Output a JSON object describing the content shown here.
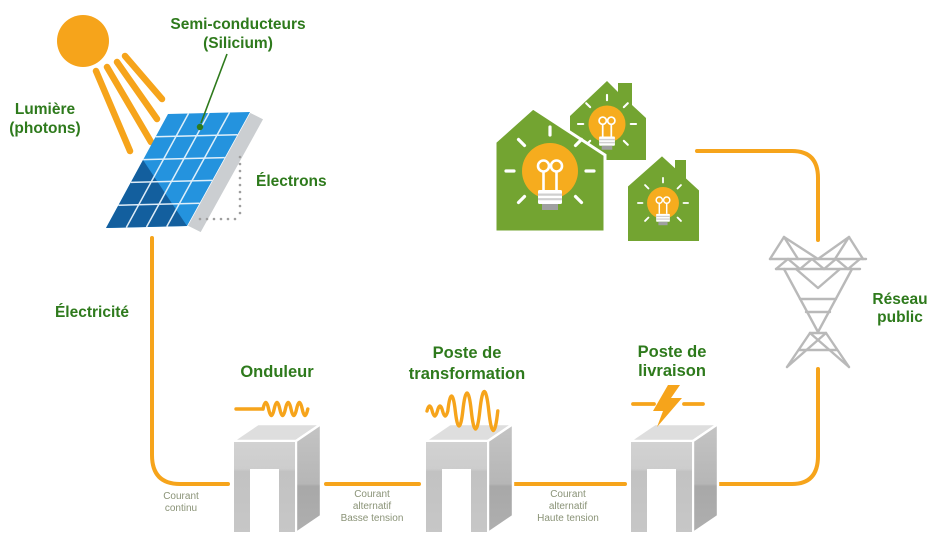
{
  "diagram_name": "Photovoltaic electricity production flow",
  "colors": {
    "accent_orange": "#F6A41B",
    "text_green": "#2E7A1C",
    "caption_gray_green": "#8A9377",
    "house_green": "#73A431",
    "panel_blue_light": "#2493DE",
    "panel_blue_dark": "#135F9E",
    "structure_gray": "#C8C8C8",
    "pylon_gray": "#B9B9B9"
  },
  "solar": {
    "semiconductors_label": [
      "Semi-conducteurs",
      "(Silicium)"
    ],
    "light_label": [
      "Lumière",
      "(photons)"
    ],
    "electrons_label": "Électrons",
    "electricity_label": "Électricité"
  },
  "grid": {
    "network_label": [
      "Réseau",
      "public"
    ]
  },
  "stations": [
    {
      "title": [
        "Onduleur",
        ""
      ],
      "symbol": "ac-sine-wave-icon"
    },
    {
      "title": [
        "Poste de",
        "transformation"
      ],
      "symbol": "amplified-wave-icon"
    },
    {
      "title": [
        "Poste de",
        "livraison"
      ],
      "symbol": "lightning-bolt-icon"
    }
  ],
  "connections": [
    {
      "label": [
        "Courant",
        "continu",
        ""
      ]
    },
    {
      "label": [
        "Courant",
        "alternatif",
        "Basse tension"
      ]
    },
    {
      "label": [
        "Courant",
        "alternatif",
        "Haute tension"
      ]
    }
  ],
  "icons": [
    "sun-icon",
    "solar-panel-icon",
    "house-icon",
    "light-bulb-icon",
    "pylon-icon"
  ]
}
